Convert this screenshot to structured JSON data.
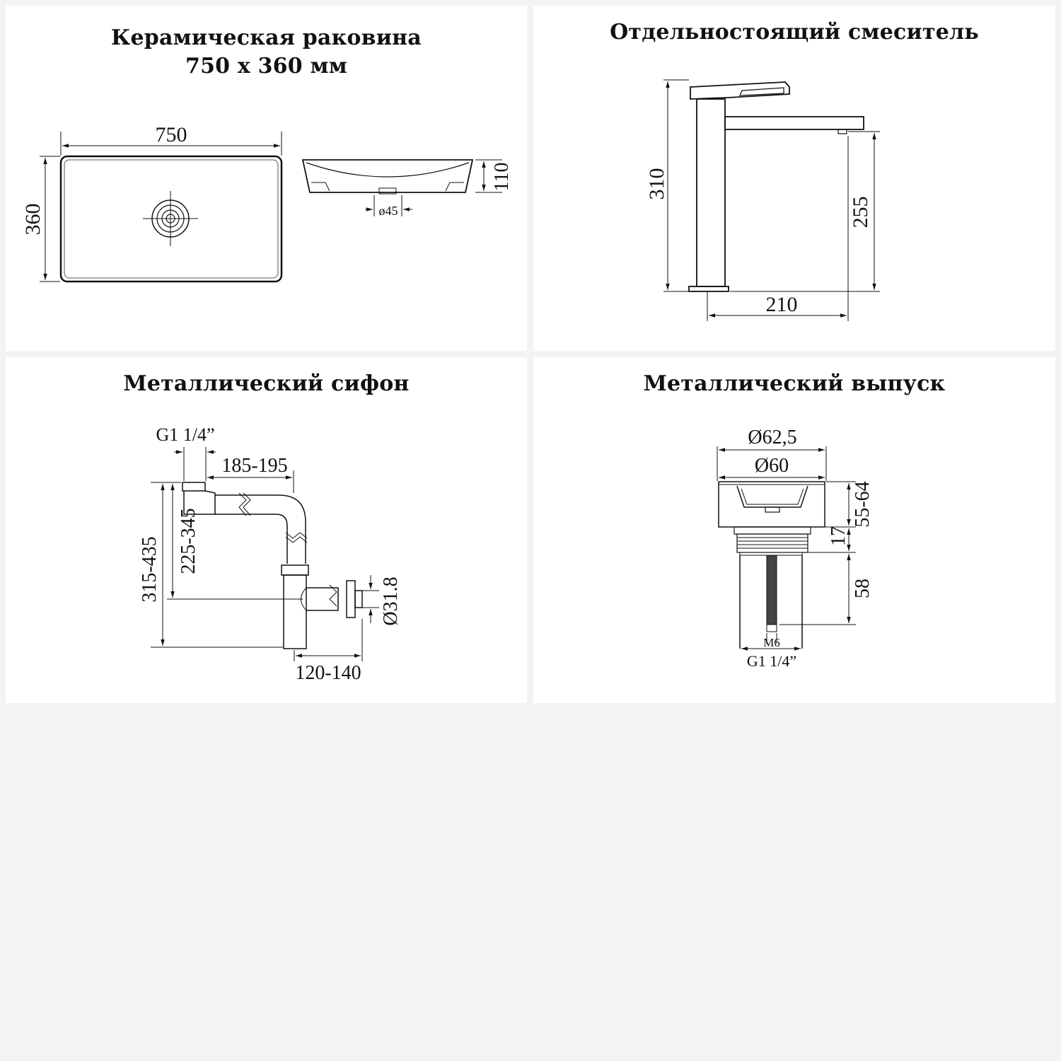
{
  "sink": {
    "title_line1": "Керамическая раковина",
    "title_line2": "750 х 360 мм",
    "width": "750",
    "depth": "360",
    "height": "110",
    "drain": "ø45"
  },
  "faucet": {
    "title": "Отдельностоящий смеситель",
    "height": "310",
    "spout_height": "255",
    "reach": "210"
  },
  "siphon": {
    "title": "Металлический сифон",
    "thread": "G1 1/4”",
    "pipe_length": "185-195",
    "total_height": "315-435",
    "inlet_height": "225-345",
    "outlet_diameter": "Ø31.8",
    "outlet_offset": "120-140"
  },
  "drain": {
    "title": "Металлический выпуск",
    "outer_diameter": "Ø62,5",
    "inner_diameter": "Ø60",
    "height_range": "55-64",
    "flange": "17",
    "body": "58",
    "bolt": "M6",
    "thread": "G1 1/4”"
  }
}
